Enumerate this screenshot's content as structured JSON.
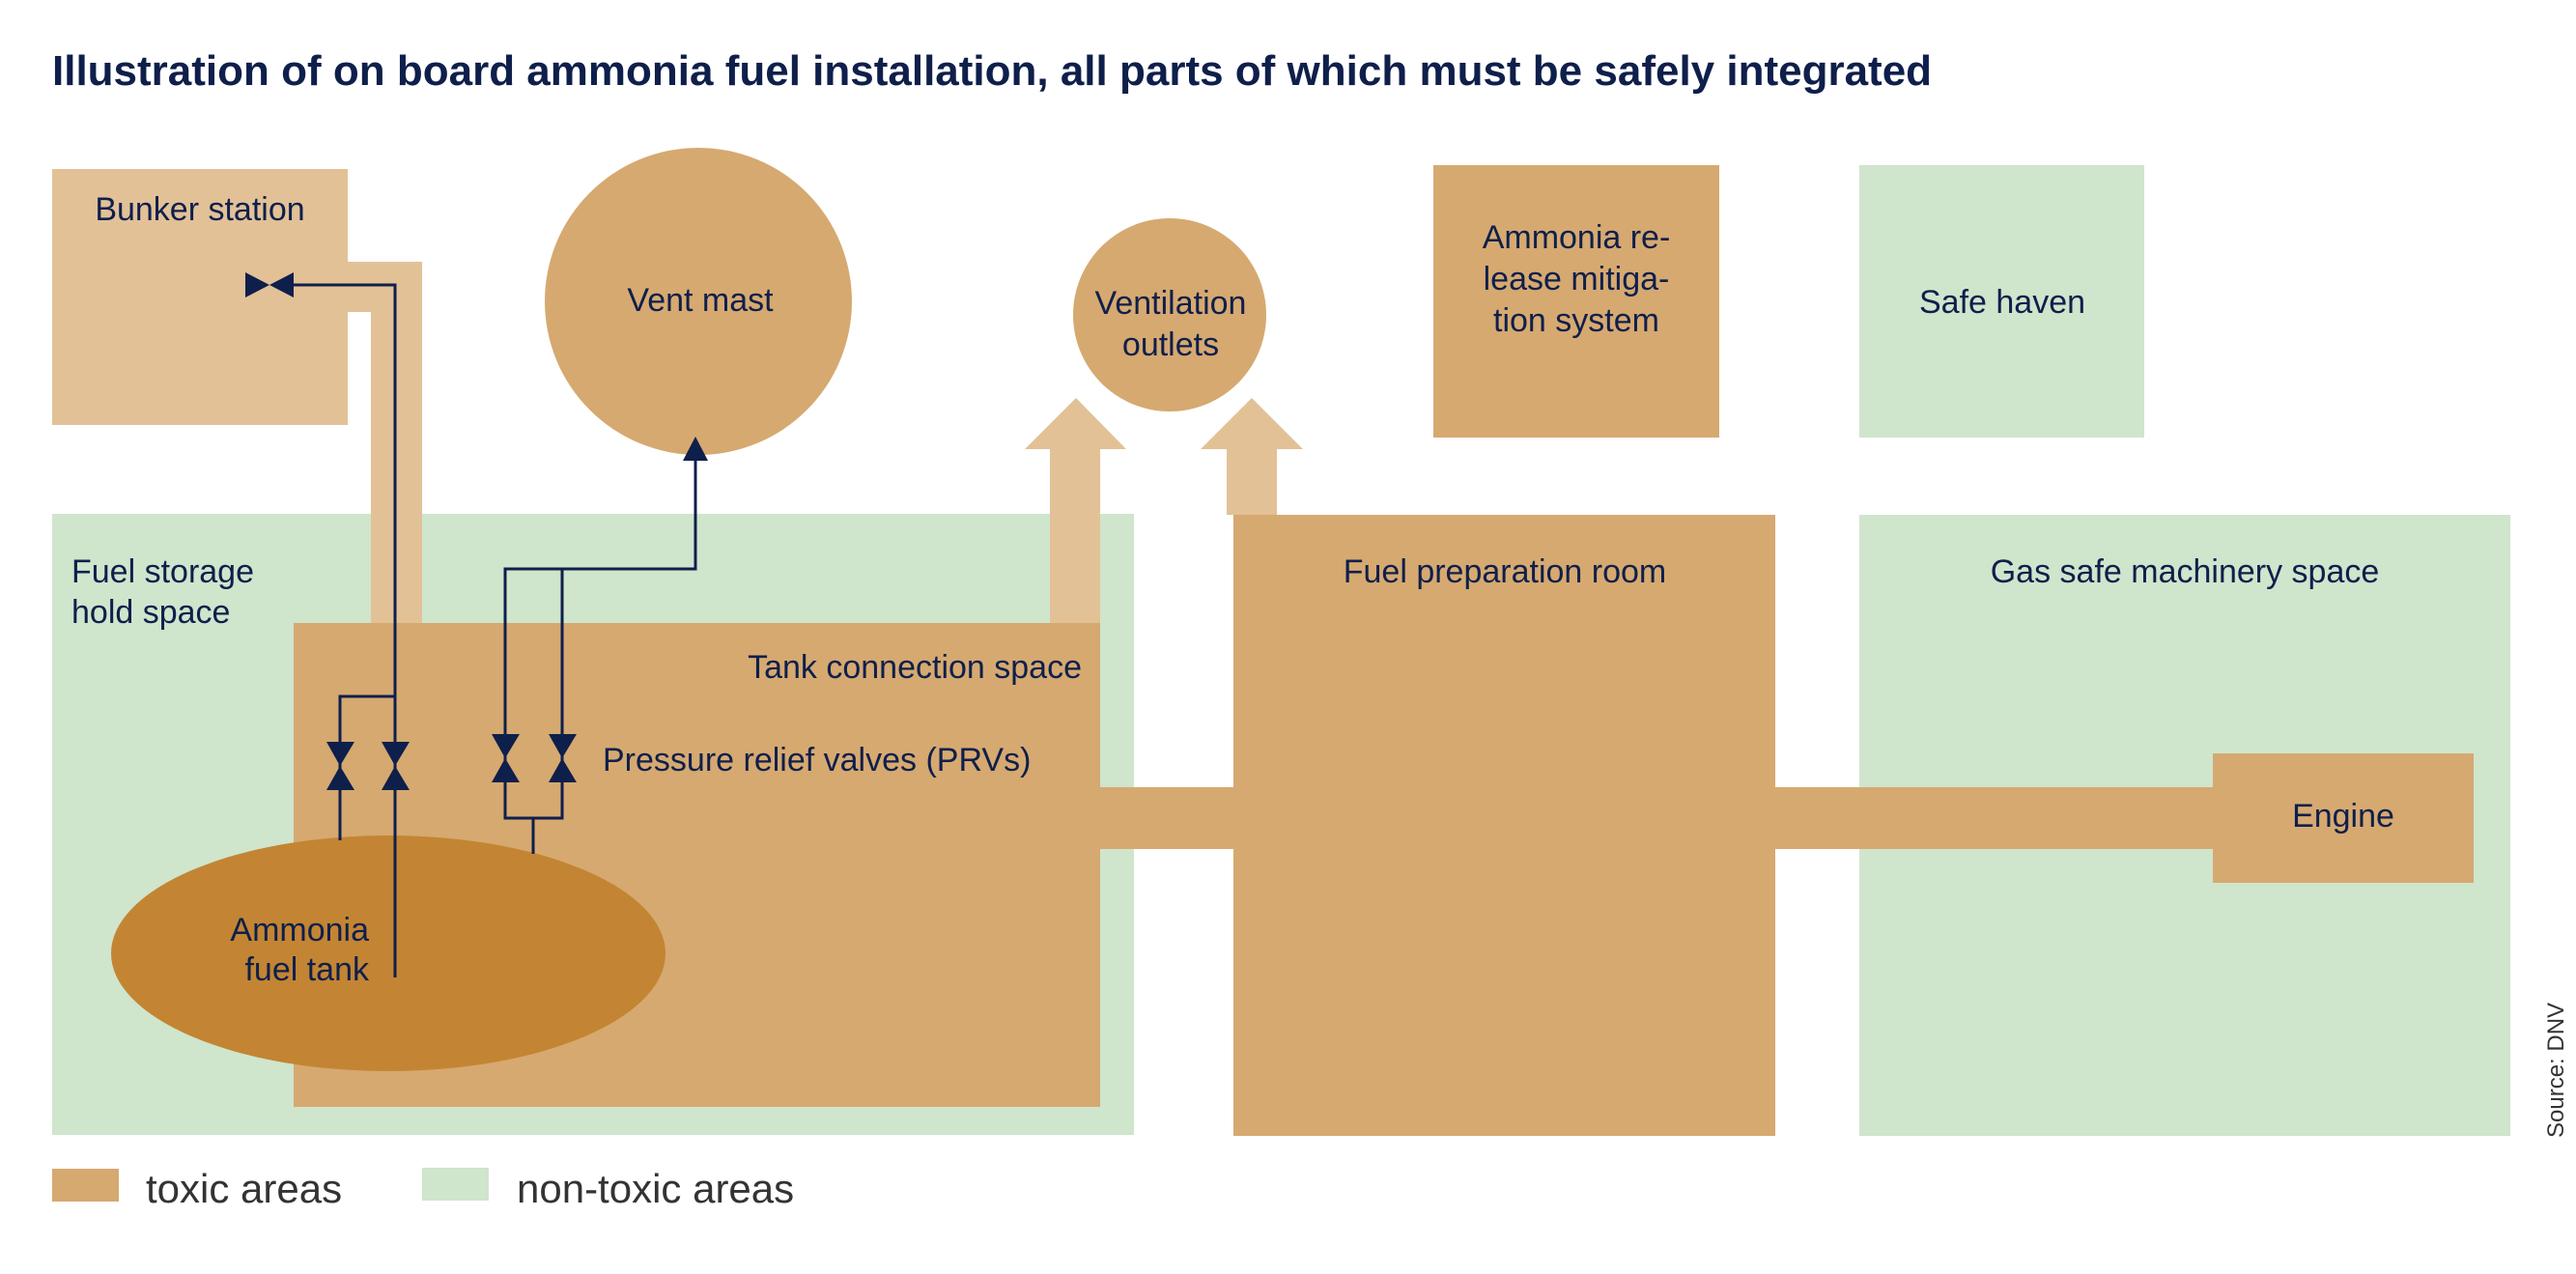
{
  "title": "Illustration of on board ammonia fuel installation, all parts of which must be safely integrated",
  "colors": {
    "toxic": "#d6a970",
    "toxic_light": "#e2c197",
    "tank": "#c38533",
    "non_toxic": "#cfe5cc",
    "ink": "#0f1f4b",
    "legend_text": "#333333"
  },
  "components": {
    "bunker_station": {
      "label": "Bunker station",
      "area": "toxic"
    },
    "vent_mast": {
      "label": "Vent mast",
      "area": "toxic"
    },
    "ventilation_outlets": {
      "lines": [
        "Ventilation",
        "outlets"
      ],
      "area": "toxic"
    },
    "ammonia_release_mitigation": {
      "lines": [
        "Ammonia re-",
        "lease mitiga-",
        "tion system"
      ],
      "area": "toxic"
    },
    "safe_haven": {
      "label": "Safe haven",
      "area": "non-toxic"
    },
    "fuel_storage_hold": {
      "lines": [
        "Fuel storage",
        "hold space"
      ],
      "area": "non-toxic"
    },
    "tank_connection_space": {
      "label": "Tank connection space",
      "area": "toxic"
    },
    "pressure_relief_valves": {
      "label": "Pressure relief valves (PRVs)"
    },
    "ammonia_fuel_tank": {
      "lines": [
        "Ammonia",
        "fuel tank"
      ],
      "area": "toxic"
    },
    "fuel_preparation_room": {
      "label": "Fuel preparation room",
      "area": "toxic"
    },
    "gas_safe_machinery_space": {
      "label": "Gas safe machinery space",
      "area": "non-toxic"
    },
    "engine": {
      "label": "Engine",
      "area": "toxic"
    }
  },
  "legend": [
    {
      "label": "toxic areas",
      "color_key": "toxic"
    },
    {
      "label": "non-toxic areas",
      "color_key": "non_toxic"
    }
  ],
  "source": "Source: DNV"
}
